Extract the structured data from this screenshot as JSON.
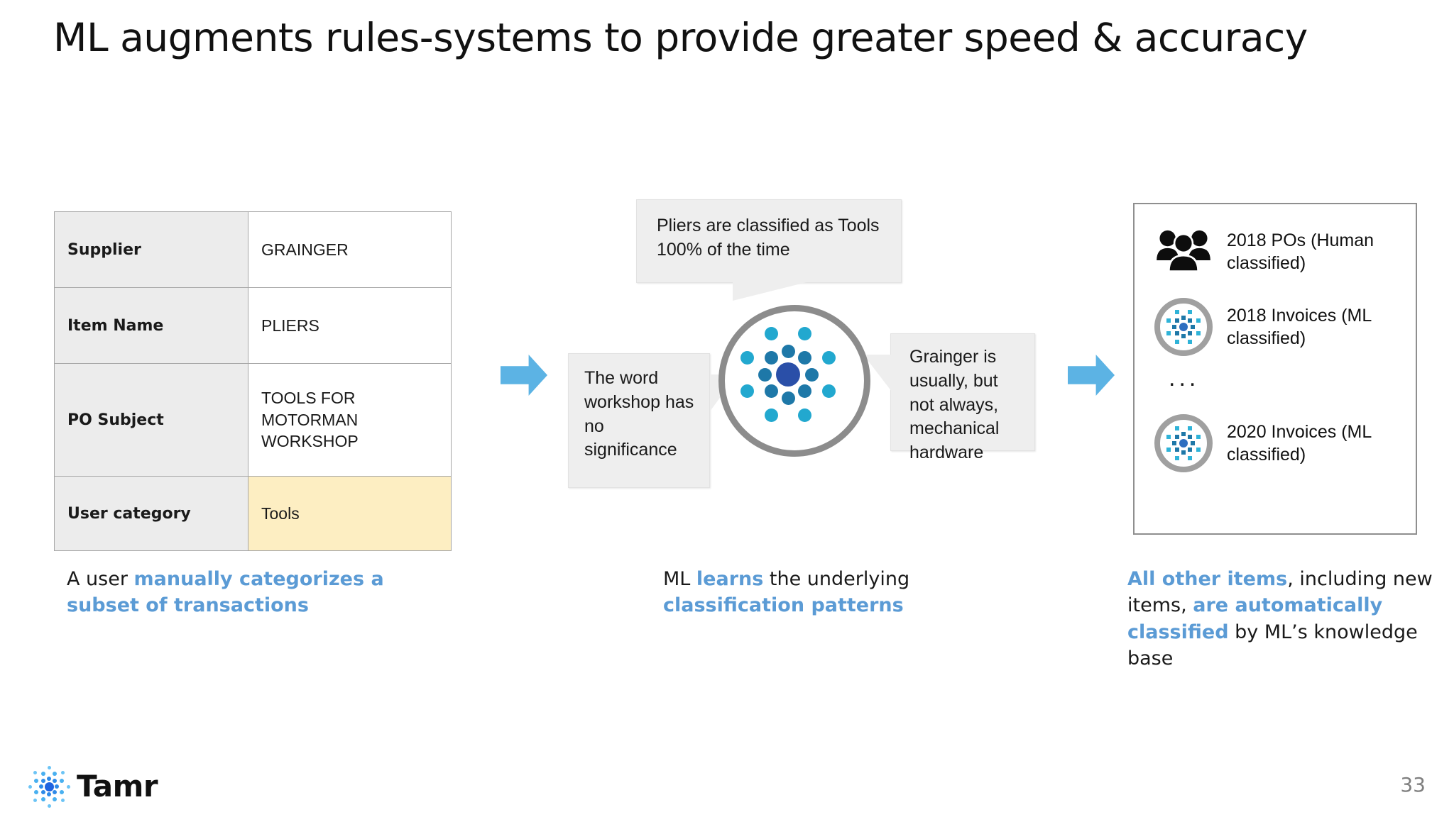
{
  "slide": {
    "title": "ML augments rules-systems to provide greater speed & accuracy",
    "page_number": "33",
    "accent_blue": "#5b9bd5",
    "arrow_blue": "#5cb3e4",
    "highlight_yellow": "#fdeec2",
    "header_gray": "#ececec"
  },
  "table": {
    "rows": [
      {
        "key": "Supplier",
        "value": "GRAINGER"
      },
      {
        "key": "Item Name",
        "value": "PLIERS"
      },
      {
        "key": "PO Subject",
        "value": "TOOLS FOR MOTORMAN WORKSHOP"
      },
      {
        "key": "User category",
        "value": "Tools"
      }
    ]
  },
  "middle": {
    "callout_top": "Pliers are classified as Tools 100% of the time",
    "callout_left": "The word workshop has no significance",
    "callout_right": "Grainger is usually, but not always, mechanical hardware"
  },
  "results": {
    "items": [
      {
        "icon": "people-icon",
        "label": "2018 POs (Human classified)"
      },
      {
        "icon": "ml-model-icon",
        "label": "2018 Invoices (ML classified)"
      },
      {
        "icon": "ml-model-icon",
        "label": "2020 Invoices (ML classified)"
      }
    ],
    "ellipsis": "..."
  },
  "captions": {
    "left": {
      "pre": "A user ",
      "bold": "manually categorizes a subset of transactions",
      "post": ""
    },
    "mid": {
      "pre": "ML ",
      "bold": "learns",
      "post": " the underlying ",
      "bold2": "classification patterns"
    },
    "right": {
      "bold": "All other items",
      "mid1": ", including new items, ",
      "bold2": "are automatically classified",
      "post": " by ML’s knowledge base"
    }
  },
  "footer": {
    "brand": "Tamr"
  }
}
